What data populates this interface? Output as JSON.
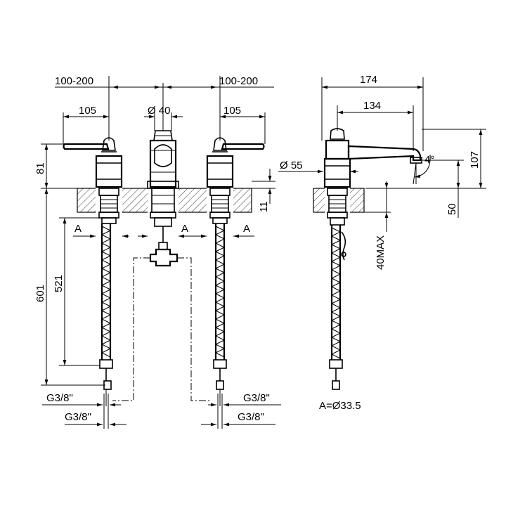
{
  "dimensions": {
    "spacing_left": "100-200",
    "spacing_right": "100-200",
    "handle_left_width": "105",
    "spout_diameter": "Ø 40",
    "handle_right_width": "105",
    "height_above_deck": "81",
    "deck_thickness": "11",
    "total_hose_length": "601",
    "hose_length": "521",
    "hole_a_left": "A",
    "hole_a_center": "A",
    "hole_a_right": "A",
    "connection_left_upper": "G3/8\"",
    "connection_left_lower": "G3/8\"",
    "connection_right_upper": "G3/8\"",
    "connection_right_lower": "G3/8\"",
    "side_total_length": "174",
    "side_spout_reach": "134",
    "base_diameter": "Ø 55",
    "spout_angle": "4°",
    "side_total_height": "107",
    "outlet_height": "50",
    "deck_max": "40MAX",
    "hole_note": "A=Ø33.5"
  },
  "colors": {
    "line": "#000000",
    "background": "#ffffff",
    "hatch": "#000000"
  }
}
